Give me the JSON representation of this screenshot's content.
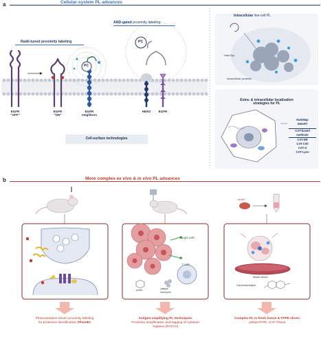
{
  "panel_a": {
    "letter": "a",
    "title": "Cellular-system PL advances",
    "radii_title": "Radii-tuned proximity labeling",
    "and_gated_title_bold": "AND-gated",
    "and_gated_title_rest": " proximity labeling",
    "pc_label": "PC",
    "egfr_off_line1": "EGFR",
    "egfr_off_line2": "\"OFF\"",
    "egfr_on_line1": "EGFR",
    "egfr_on_line2": "\"ON\"",
    "egfr_neighbors_line1": "EGFR",
    "egfr_neighbors_line2": "neighbors",
    "her2": "HER2",
    "egfr": "EGFR",
    "cell_surface": "Cell-surface technologies",
    "intracellular_title_bold": "Intracellular",
    "intracellular_title_rest": " live-cell PL",
    "halotag": "HaloTag",
    "intracellular_proteins": "Intracellular proteins",
    "localization_title_line1": "Extra- & intracellular localization",
    "localization_title_line2": "strategies for PL",
    "method_list": [
      "HaloMap",
      "SMART"
    ],
    "cat_header": "CAT-based methods",
    "cat_methods": [
      "CAT-ER",
      "CAT-Cell",
      "CAT-S",
      "CAT-Lyso"
    ]
  },
  "panel_b": {
    "letter": "b",
    "title_part1": "More complex ",
    "title_italic1": "ex vivo",
    "title_part2": " & ",
    "title_italic2": "in vivo",
    "title_part3": " PL advances",
    "target_cells": "Target cells",
    "t_cells": "T cells",
    "probe": "probe",
    "catalyst": "catalyst nanozyme",
    "tumor": "tumor",
    "tissue_slices": "tissue slices",
    "cat_photocatalyst": "Cat-photocatalyst",
    "caption1_line1": "Photooxidation-driven proximity labeling",
    "caption1_line2": "for proteome identification (",
    "caption1_bold": "PhoxID",
    "caption1_end": ")",
    "caption2_line1": "Antigen-amplifying PL techniques:",
    "caption2_line2": "Proximity amplification and tagging of cytotoxic",
    "caption2_line3": "haptens (PATCH)",
    "caption3_line1": "Complex PL in fresh tissue & FFPE slices:",
    "caption3_line2": "μMap-FFPE, CAT-Tissue"
  },
  "colors": {
    "navy": "#1f3a68",
    "blue_title": "#3b6fb6",
    "red": "#c0392b",
    "membrane_grey": "#c8ccd4",
    "receptor_purple": "#5a3e6e",
    "arrow_pink": "#f2b8b0"
  }
}
